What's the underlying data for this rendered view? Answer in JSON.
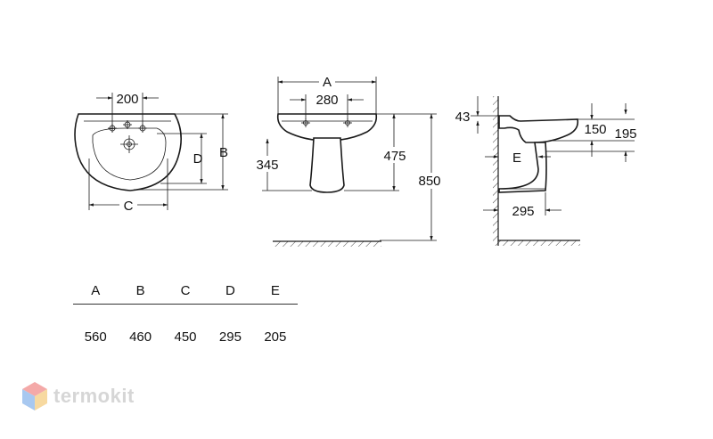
{
  "dimensions": {
    "front": {
      "spacing": "200",
      "c": "C",
      "d": "D",
      "b": "B"
    },
    "side": {
      "a": "A",
      "spacing": "280",
      "pedestal": "345",
      "basin_height": "475",
      "total": "850"
    },
    "profile": {
      "top": "43",
      "offset": "150",
      "height": "195",
      "e": "E",
      "depth": "295"
    }
  },
  "table": {
    "headers": [
      "A",
      "B",
      "C",
      "D",
      "E"
    ],
    "values": [
      "560",
      "460",
      "450",
      "295",
      "205"
    ]
  },
  "watermark": {
    "text": "termokit",
    "colors": [
      "#f4a9a8",
      "#a8c8f0",
      "#f7d9a0"
    ]
  }
}
